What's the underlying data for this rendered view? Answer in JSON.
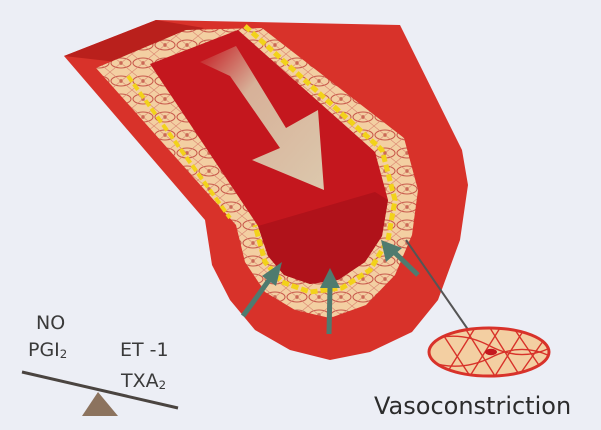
{
  "balance": {
    "left_top": "NO",
    "left_bottom_main": "PGI",
    "left_bottom_sub": "2",
    "right_top": "ET -1",
    "right_bottom_main": "TXA",
    "right_bottom_sub": "2"
  },
  "caption": "Vasoconstriction",
  "colors": {
    "background": "#eceef5",
    "outer_wall": "#d8322a",
    "lumen": "#c4171e",
    "tissue": "#f3cfa2",
    "endothelium": "#f2d21a",
    "arrow_flow": "#d9c2a6",
    "arrow_force": "#4f7b6f"
  },
  "icons": [
    "flow-arrow-icon",
    "force-arrow-icon",
    "fulcrum-icon"
  ]
}
